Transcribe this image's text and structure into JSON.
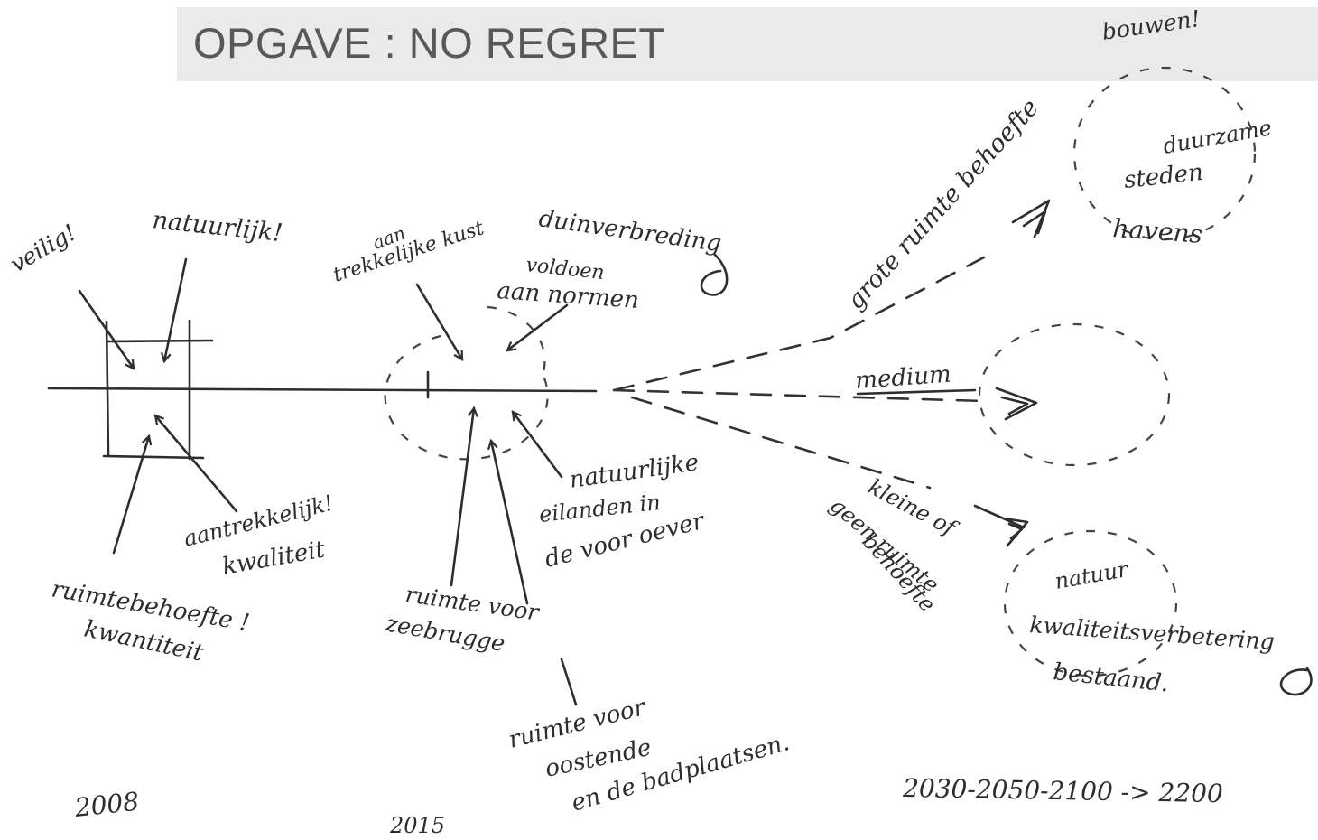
{
  "title": "OPGAVE : NO REGRET",
  "notes": {
    "veilig": "veilig!",
    "natuurlijk_top": "natuurlijk!",
    "aantrekkelijk": "aantrekkelijk!",
    "kwaliteit": "kwaliteit",
    "ruimtebehoefte": "ruimtebehoefte !",
    "kwantiteit": "kwantiteit",
    "aantrekkelijke_1": "aan",
    "aantrekkelijke_2": "trekkelijke kust",
    "duinverbreding": "duinverbreding",
    "voldoen_1": "voldoen",
    "voldoen_2": "aan normen",
    "natuurlijke_1": "natuurlijke",
    "natuurlijke_2": "eilanden in",
    "natuurlijke_3": "de voor oever",
    "zeebrugge_1": "ruimte voor",
    "zeebrugge_2": "zeebrugge",
    "oostende_1": "ruimte voor",
    "oostende_2": "oostende",
    "oostende_3": "en de badplaatsen.",
    "grote": "grote ruimte behoefte",
    "bouwen": "bouwen!",
    "duurzame_1": "duurzame",
    "duurzame_2": "steden",
    "duurzame_3": "havens",
    "medium": "medium",
    "kleine_1": "kleine of",
    "kleine_2": "geen ruimte",
    "kleine_3": "behoefte",
    "natuur_1": "natuur",
    "natuur_2": "kwaliteitsverbetering",
    "natuur_3": "bestaand.",
    "year_2008": "2008",
    "year_2015": "2015",
    "years_future": "2030-2050-2100 -> 2200"
  },
  "colors": {
    "ink": "#2d2d2d",
    "title_text": "#585858",
    "title_band": "#eaeaea"
  }
}
